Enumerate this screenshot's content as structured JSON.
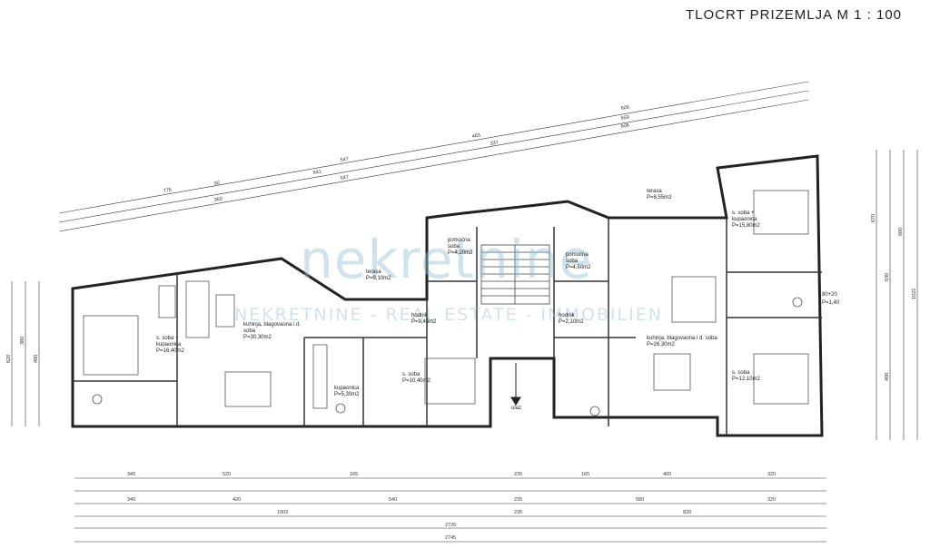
{
  "header": {
    "title": "TLOCRT  PRIZEMLJA  M 1 : 100"
  },
  "watermark": {
    "brand": "nekretnine",
    "tagline": "NEKRETNINE - REAL ESTATE - IMMOBILIEN",
    "color": "#96bed2"
  },
  "rooms": {
    "terasa": {
      "name": "terasa",
      "area": "P=8,55m2"
    },
    "pom_soba_left": {
      "name": "pomoćna soba",
      "area": "P=4,20m2"
    },
    "pom_soba_right": {
      "name": "pomoćna soba",
      "area": "P=4,50m2"
    },
    "terasa_left": {
      "name": "terasa",
      "area": "P=9,10m2"
    },
    "kuhinja_left": {
      "name": "kuhinja, blagovaona i d. soba",
      "area": "P=30,30m2"
    },
    "hodnik_left": {
      "name": "hodnik",
      "area": "P=9,45m2"
    },
    "hodnik_right": {
      "name": "hodnik",
      "area": "P=2,10m2"
    },
    "kuhinja_right": {
      "name": "kuhinja, blagovaona i d. soba",
      "area": "P=26,30m2"
    },
    "soba_left": {
      "name": "s. soba + kupaonica",
      "area": "P=16,40m2"
    },
    "kupaonica": {
      "name": "kupaonica",
      "area": "P=5,30m2"
    },
    "soba_mid": {
      "name": "s. soba",
      "area": "P=10,40m2"
    },
    "soba_right_top": {
      "name": "s. soba + kupaonica",
      "area": "P=15,80m2"
    },
    "soba_right_bottom": {
      "name": "s. soba",
      "area": "P=12,10m2"
    }
  },
  "marks": {
    "ulaz": "ulaz",
    "right_level": "P=1,40",
    "right_dim": "80+20"
  },
  "dims_bottom": {
    "row1": [
      "340",
      "520",
      "165",
      "235",
      "165",
      "400",
      "320"
    ],
    "row2": [
      "340",
      "420",
      "540",
      "235",
      "580",
      "320"
    ],
    "row3": [
      "1003",
      "235",
      "820"
    ],
    "row4": [
      "2726"
    ],
    "row5": [
      "2745"
    ]
  },
  "dims_top": {
    "row1": [
      "776",
      "90",
      "547",
      "463",
      "609"
    ],
    "row2": [
      "360",
      "641",
      "337",
      "659"
    ],
    "row3": [
      "547",
      "606"
    ]
  },
  "dims_side": {
    "left": [
      "620",
      "380",
      "480"
    ],
    "right": [
      "670",
      "600",
      "1022",
      "630",
      "400"
    ]
  }
}
